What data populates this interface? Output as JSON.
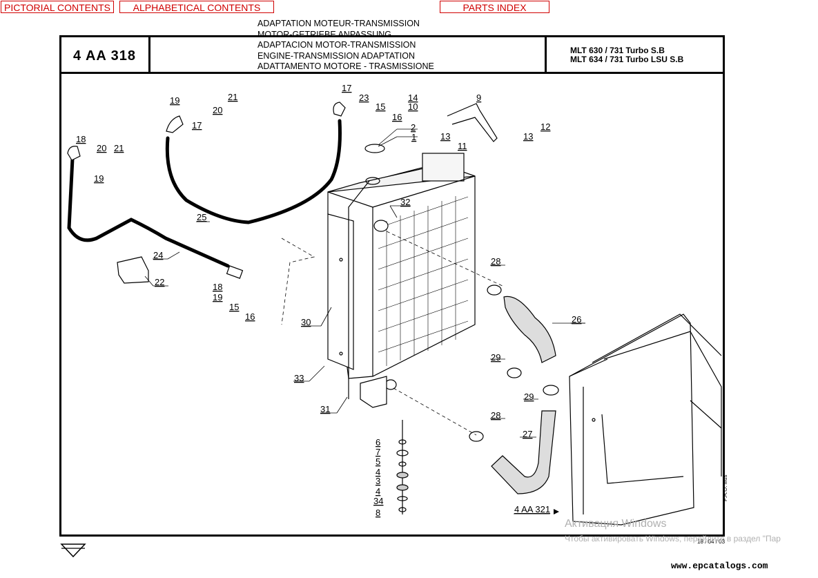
{
  "nav": {
    "pictorial": "PICTORIAL CONTENTS",
    "alphabetical": "ALPHABETICAL CONTENTS",
    "parts_index": "PARTS INDEX"
  },
  "header": {
    "reference": "4 AA 318",
    "titles": [
      "ADAPTATION MOTEUR-TRANSMISSION",
      "MOTOR-GETRIEBE ANPASSUNG",
      "ADAPTACION MOTOR-TRANSMISSION",
      "ENGINE-TRANSMISSION ADAPTATION",
      "ADATTAMENTO MOTORE - TRASMISSIONE"
    ],
    "models": [
      "MLT 630 / 731 Turbo S.B",
      "MLT 634 / 731 Turbo LSU S.B"
    ]
  },
  "drawing": {
    "callouts": [
      "1",
      "2",
      "3",
      "4",
      "4",
      "5",
      "6",
      "7",
      "8",
      "9",
      "10",
      "11",
      "12",
      "13",
      "13",
      "14",
      "15",
      "15",
      "16",
      "16",
      "17",
      "17",
      "18",
      "18",
      "19",
      "19",
      "19",
      "20",
      "20",
      "21",
      "21",
      "22",
      "23",
      "24",
      "25",
      "26",
      "27",
      "28",
      "28",
      "29",
      "29",
      "30",
      "31",
      "32",
      "33",
      "34"
    ],
    "cross_reference": "4 AA 321",
    "date": "18 / 04 / 03",
    "illus_code": "P.A.O. illus"
  },
  "watermark": {
    "line1": "Активация Windows",
    "line2": "Чтобы активировать Windows, перейдите в раздел \"Пар"
  },
  "footer": {
    "site": "www.epcatalogs.com"
  },
  "colors": {
    "nav_border": "#d00000",
    "ink": "#000000",
    "watermark": "#b0b0b0"
  },
  "icons": {
    "next_page": "down-arrow-icon"
  }
}
